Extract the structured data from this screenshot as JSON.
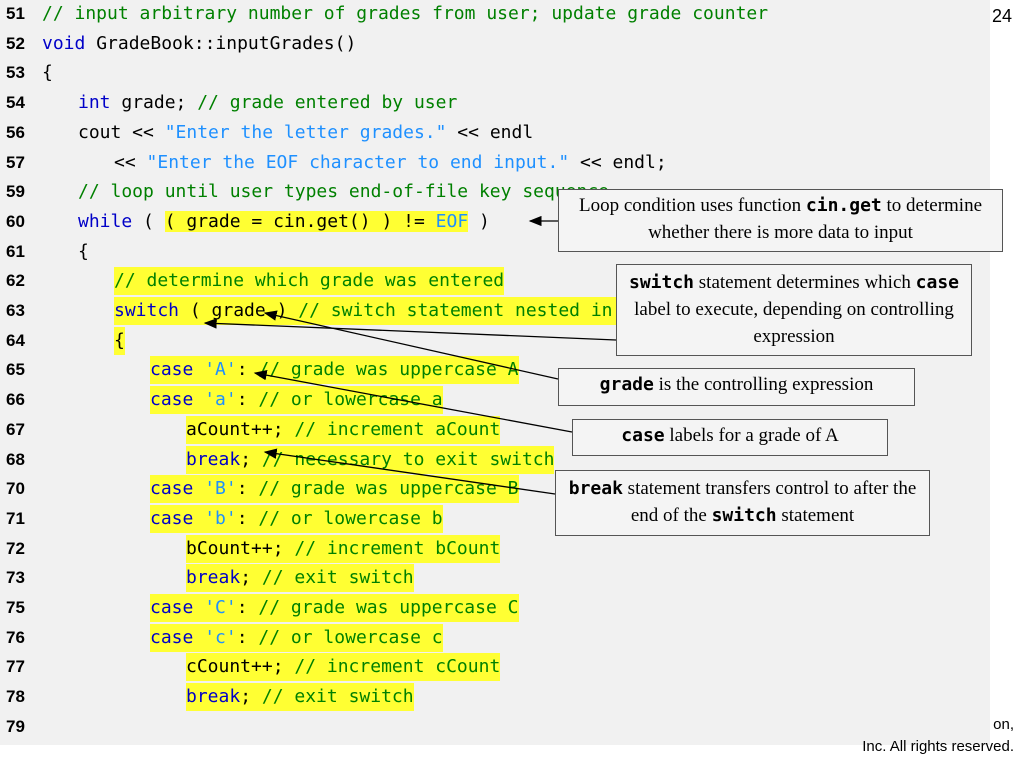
{
  "page": {
    "number": "24",
    "copyright_line1": "on,",
    "copyright_line2": "Inc.  All rights reserved."
  },
  "code_lines": [
    {
      "num": "51",
      "indent": 0,
      "hl": false,
      "tokens": [
        {
          "t": "// input arbitrary number of grades from user; update grade counter",
          "c": "comment"
        }
      ]
    },
    {
      "num": "52",
      "indent": 0,
      "hl": false,
      "tokens": [
        {
          "t": "void",
          "c": "keyword"
        },
        {
          "t": " GradeBook::inputGrades()",
          "c": "plain"
        }
      ]
    },
    {
      "num": "53",
      "indent": 0,
      "hl": false,
      "tokens": [
        {
          "t": "{",
          "c": "plain"
        }
      ]
    },
    {
      "num": "54",
      "indent": 1,
      "hl": false,
      "tokens": [
        {
          "t": "int",
          "c": "keyword"
        },
        {
          "t": " grade; ",
          "c": "plain"
        },
        {
          "t": "// grade entered by user",
          "c": "comment"
        }
      ]
    },
    {
      "num": "56",
      "indent": 1,
      "hl": false,
      "tokens": [
        {
          "t": "cout << ",
          "c": "plain"
        },
        {
          "t": "\"Enter the letter grades.\"",
          "c": "string"
        },
        {
          "t": " << endl",
          "c": "plain"
        }
      ]
    },
    {
      "num": "57",
      "indent": 2,
      "hl": false,
      "tokens": [
        {
          "t": "<< ",
          "c": "plain"
        },
        {
          "t": "\"Enter the EOF character to end input.\"",
          "c": "string"
        },
        {
          "t": " << endl;",
          "c": "plain"
        }
      ]
    },
    {
      "num": "59",
      "indent": 1,
      "hl": false,
      "tokens": [
        {
          "t": "// loop until user types end-of-file key sequence",
          "c": "comment"
        }
      ]
    },
    {
      "num": "60",
      "indent": 1,
      "hl": false,
      "tokens": [
        {
          "t": "while",
          "c": "keyword"
        },
        {
          "t": " ( ",
          "c": "plain"
        },
        {
          "t": "( grade = cin.get() ) != ",
          "c": "plain",
          "hl": true
        },
        {
          "t": "EOF",
          "c": "eof",
          "hl": true
        },
        {
          "t": " )",
          "c": "plain"
        }
      ]
    },
    {
      "num": "61",
      "indent": 1,
      "hl": false,
      "tokens": [
        {
          "t": "{",
          "c": "plain"
        }
      ]
    },
    {
      "num": "62",
      "indent": 2,
      "hl": true,
      "tokens": [
        {
          "t": "// determine which grade was entered",
          "c": "comment"
        }
      ]
    },
    {
      "num": "63",
      "indent": 2,
      "hl": true,
      "tokens": [
        {
          "t": "switch",
          "c": "keyword"
        },
        {
          "t": " ( grade ) ",
          "c": "plain"
        },
        {
          "t": "// switch statement nested in while",
          "c": "comment"
        }
      ]
    },
    {
      "num": "64",
      "indent": 2,
      "hl": true,
      "tokens": [
        {
          "t": "{",
          "c": "plain"
        }
      ]
    },
    {
      "num": "65",
      "indent": 3,
      "hl": true,
      "tokens": [
        {
          "t": "case",
          "c": "keyword"
        },
        {
          "t": " ",
          "c": "plain"
        },
        {
          "t": "'A'",
          "c": "string"
        },
        {
          "t": ": ",
          "c": "plain"
        },
        {
          "t": "// grade was uppercase A",
          "c": "comment"
        }
      ]
    },
    {
      "num": "66",
      "indent": 3,
      "hl": true,
      "tokens": [
        {
          "t": "case",
          "c": "keyword"
        },
        {
          "t": " ",
          "c": "plain"
        },
        {
          "t": "'a'",
          "c": "string"
        },
        {
          "t": ": ",
          "c": "plain"
        },
        {
          "t": "// or lowercase a",
          "c": "comment"
        }
      ]
    },
    {
      "num": "67",
      "indent": 4,
      "hl": true,
      "tokens": [
        {
          "t": "aCount++; ",
          "c": "plain"
        },
        {
          "t": "// increment aCount",
          "c": "comment"
        }
      ]
    },
    {
      "num": "68",
      "indent": 4,
      "hl": true,
      "tokens": [
        {
          "t": "break",
          "c": "keyword"
        },
        {
          "t": "; ",
          "c": "plain"
        },
        {
          "t": "// necessary to exit switch",
          "c": "comment"
        }
      ]
    },
    {
      "num": "70",
      "indent": 3,
      "hl": true,
      "tokens": [
        {
          "t": "case",
          "c": "keyword"
        },
        {
          "t": " ",
          "c": "plain"
        },
        {
          "t": "'B'",
          "c": "string"
        },
        {
          "t": ": ",
          "c": "plain"
        },
        {
          "t": "// grade was uppercase B",
          "c": "comment"
        }
      ]
    },
    {
      "num": "71",
      "indent": 3,
      "hl": true,
      "tokens": [
        {
          "t": "case",
          "c": "keyword"
        },
        {
          "t": " ",
          "c": "plain"
        },
        {
          "t": "'b'",
          "c": "string"
        },
        {
          "t": ": ",
          "c": "plain"
        },
        {
          "t": "// or lowercase b",
          "c": "comment"
        }
      ]
    },
    {
      "num": "72",
      "indent": 4,
      "hl": true,
      "tokens": [
        {
          "t": "bCount++; ",
          "c": "plain"
        },
        {
          "t": "// increment bCount",
          "c": "comment"
        }
      ]
    },
    {
      "num": "73",
      "indent": 4,
      "hl": true,
      "tokens": [
        {
          "t": "break",
          "c": "keyword"
        },
        {
          "t": "; ",
          "c": "plain"
        },
        {
          "t": "// exit switch",
          "c": "comment"
        }
      ]
    },
    {
      "num": "75",
      "indent": 3,
      "hl": true,
      "tokens": [
        {
          "t": "case",
          "c": "keyword"
        },
        {
          "t": " ",
          "c": "plain"
        },
        {
          "t": "'C'",
          "c": "string"
        },
        {
          "t": ": ",
          "c": "plain"
        },
        {
          "t": "// grade was uppercase C",
          "c": "comment"
        }
      ]
    },
    {
      "num": "76",
      "indent": 3,
      "hl": true,
      "tokens": [
        {
          "t": "case",
          "c": "keyword"
        },
        {
          "t": " ",
          "c": "plain"
        },
        {
          "t": "'c'",
          "c": "string"
        },
        {
          "t": ": ",
          "c": "plain"
        },
        {
          "t": "// or lowercase c",
          "c": "comment"
        }
      ]
    },
    {
      "num": "77",
      "indent": 4,
      "hl": true,
      "tokens": [
        {
          "t": "cCount++; ",
          "c": "plain"
        },
        {
          "t": "// increment cCount",
          "c": "comment"
        }
      ]
    },
    {
      "num": "78",
      "indent": 4,
      "hl": true,
      "tokens": [
        {
          "t": "break",
          "c": "keyword"
        },
        {
          "t": "; ",
          "c": "plain"
        },
        {
          "t": "// exit switch",
          "c": "comment"
        }
      ]
    },
    {
      "num": "79",
      "indent": 0,
      "hl": false,
      "tokens": []
    }
  ],
  "callouts": {
    "loop_condition": {
      "part1": "Loop condition uses function ",
      "code1": "cin.get",
      "part2": " to determine whether there is more data to input"
    },
    "switch_statement": {
      "code1": "switch",
      "part1": " statement determines which ",
      "code2": "case",
      "part2": " label to execute, depending on controlling expression"
    },
    "controlling_expression": {
      "code1": "grade",
      "part1": " is the controlling expression"
    },
    "case_labels": {
      "code1": "case",
      "part1": " labels for a grade of A"
    },
    "break_statement": {
      "code1": "break",
      "part1": " statement transfers control to after the end of the ",
      "code2": "switch",
      "part2": " statement"
    }
  },
  "colors": {
    "highlight": "#ffff33",
    "comment": "#008000",
    "keyword": "#0000c8",
    "string": "#1e90ff",
    "panel": "#f1f1f1"
  }
}
